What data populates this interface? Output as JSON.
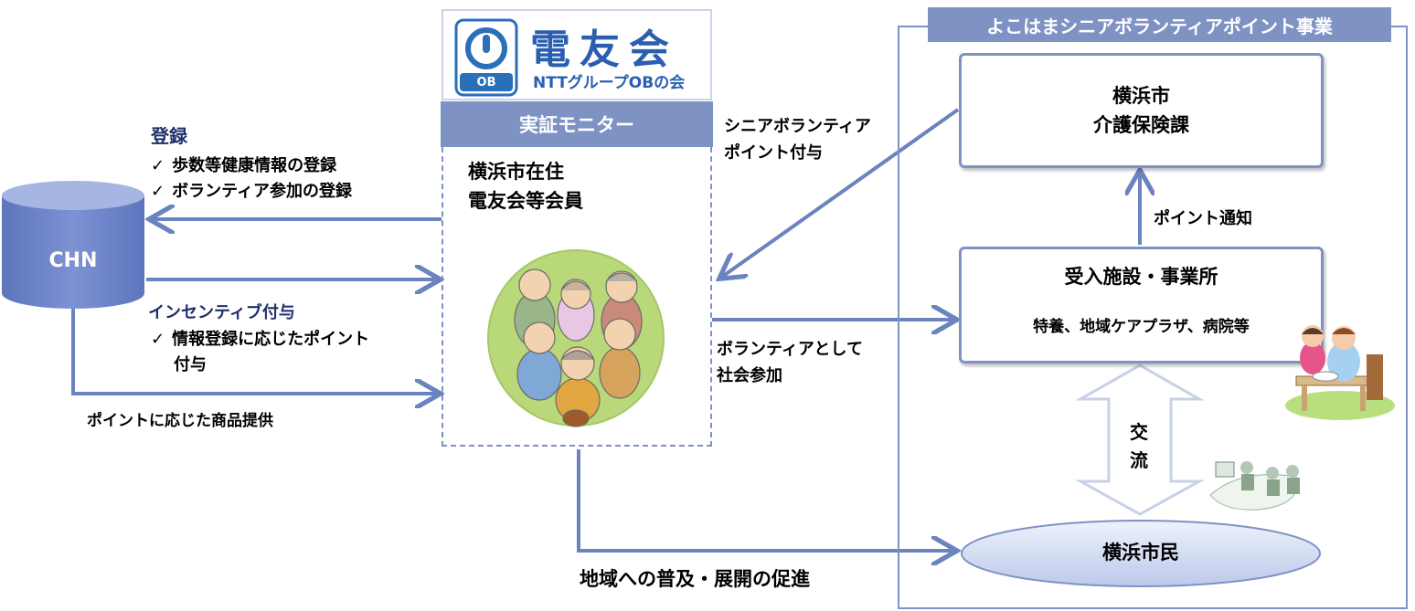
{
  "org": {
    "logo_ob": "OB",
    "logo_name": "電友会",
    "logo_sub": "NTTグループOBの会",
    "monitor_label": "実証モニター",
    "members_line1": "横浜市在住",
    "members_line2": "電友会等会員"
  },
  "chn": {
    "label": "CHN"
  },
  "registration": {
    "title": "登録",
    "items": [
      "歩数等健康情報の登録",
      "ボランティア参加の登録"
    ]
  },
  "incentive": {
    "title": "インセンティブ付与",
    "item_line1": "情報登録に応じたポイント",
    "item_line2": "付与"
  },
  "product_label": "ポイントに応じた商品提供",
  "check_mark": "✓",
  "project": {
    "title": "よこはまシニアボランティアポイント事業",
    "city_office_line1": "横浜市",
    "city_office_line2": "介護保険課",
    "point_notice": "ポイント通知",
    "facility_title": "受入施設・事業所",
    "facility_sub": "特養、地域ケアプラザ、病院等",
    "exchange_line1": "交",
    "exchange_line2": "流",
    "citizens": "横浜市民"
  },
  "arrows": {
    "senior_point_line1": "シニアボランティア",
    "senior_point_line2": "ポイント付与",
    "volunteer_line1": "ボランティアとして",
    "volunteer_line2": "社会参加",
    "promotion": "地域への普及・展開の促進"
  },
  "colors": {
    "accent": "#7f92c4",
    "arrow": "#6b83bf",
    "cylinder": "#6f86c9",
    "navy": "#1f2f6b"
  }
}
